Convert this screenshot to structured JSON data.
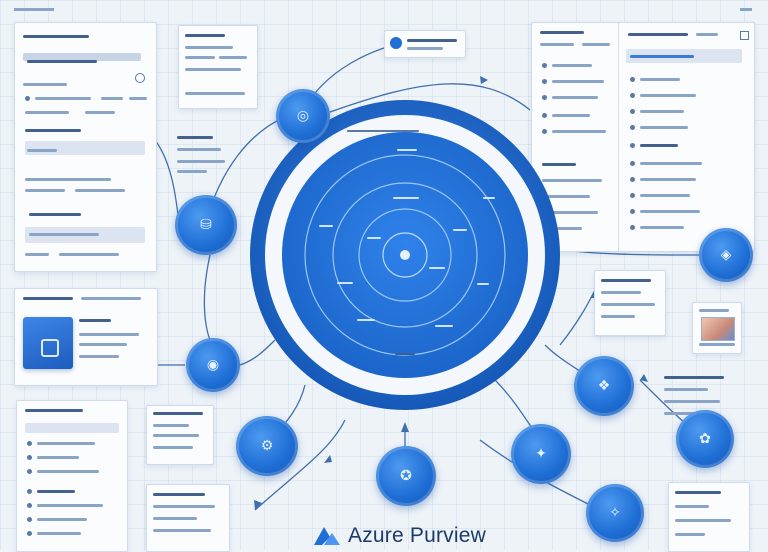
{
  "brand": {
    "name": "Azure Purview",
    "logo_icon": "azure-logo-icon"
  },
  "colors": {
    "accent": "#1f6fd6",
    "background": "#eef3f8",
    "panel": "#fbfcfe"
  },
  "nodes": [
    {
      "id": "node-top-left",
      "icon": "data-source-icon"
    },
    {
      "id": "node-left-upper",
      "icon": "database-icon"
    },
    {
      "id": "node-left-lower",
      "icon": "scan-icon"
    },
    {
      "id": "node-bottom-left",
      "icon": "lineage-icon"
    },
    {
      "id": "node-bottom-center",
      "icon": "catalog-icon"
    },
    {
      "id": "node-bottom-right",
      "icon": "insights-icon"
    },
    {
      "id": "node-right-middle",
      "icon": "glossary-icon"
    },
    {
      "id": "node-right-lower",
      "icon": "policy-icon"
    },
    {
      "id": "node-bottom-far-right",
      "icon": "classification-icon"
    },
    {
      "id": "node-right-edge",
      "icon": "map-icon"
    }
  ]
}
